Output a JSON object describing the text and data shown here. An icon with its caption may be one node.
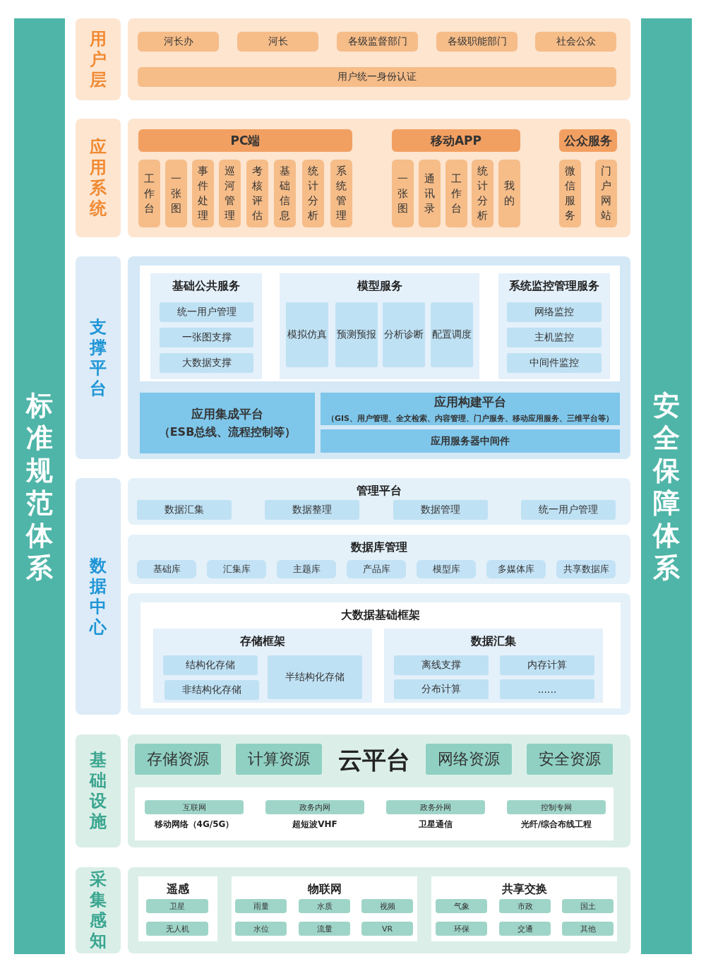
{
  "diagram": {
    "nodes": [
      {
        "text": [
          "标准规范体系"
        ]
      },
      {
        "text": [
          "安全保障体系"
        ]
      },
      {
        "text": [
          "用户层"
        ]
      },
      {
        "text": [],
        "shape": "box"
      },
      {
        "text": [
          "河长办"
        ],
        "in": 3
      },
      {
        "text": [
          "河长"
        ],
        "in": 3
      },
      {
        "text": [
          "各级监督部门"
        ],
        "in": 3
      },
      {
        "text": [
          "各级职能部门"
        ],
        "in": 3
      },
      {
        "text": [
          "社会公众"
        ],
        "in": 3
      },
      {
        "text": [
          "用户统一身份认证"
        ],
        "in": 3
      },
      {
        "text": [
          "应用系统"
        ]
      },
      {
        "text": [],
        "shape": "box"
      },
      {
        "text": [
          "PC端"
        ],
        "in": 11
      },
      {
        "text": [
          "工作台"
        ],
        "in": 11
      },
      {
        "text": [
          "一张图"
        ],
        "in": 11
      },
      {
        "text": [
          "事件处理"
        ],
        "in": 11
      },
      {
        "text": [
          "巡河管理"
        ],
        "in": 11
      },
      {
        "text": [
          "考核评估"
        ],
        "in": 11
      },
      {
        "text": [
          "基础信息"
        ],
        "in": 11
      },
      {
        "text": [
          "统计分析"
        ],
        "in": 11
      },
      {
        "text": [
          "系统管理"
        ],
        "in": 11
      },
      {
        "text": [
          "移动APP"
        ],
        "in": 11
      },
      {
        "text": [
          "一张图"
        ],
        "in": 11
      },
      {
        "text": [
          "通讯录"
        ],
        "in": 11
      },
      {
        "text": [
          "工作台"
        ],
        "in": 11
      },
      {
        "text": [
          "统计分析"
        ],
        "in": 11
      },
      {
        "text": [
          "我的"
        ],
        "in": 11
      },
      {
        "text": [
          "公众服务"
        ],
        "in": 11
      },
      {
        "text": [
          "微信服务"
        ],
        "in": 11
      },
      {
        "text": [
          "门户网站"
        ],
        "in": 11
      },
      {
        "text": [
          "支撑平台"
        ]
      },
      {
        "text": [],
        "shape": "box"
      },
      {
        "text": [],
        "shape": "box",
        "in": 31
      },
      {
        "text": [
          "基础公共服务"
        ],
        "in": 32
      },
      {
        "text": [
          "统一用户管理"
        ],
        "in": 33
      },
      {
        "text": [
          "一张图支撑"
        ],
        "in": 33
      },
      {
        "text": [
          "大数据支撑"
        ],
        "in": 33
      },
      {
        "text": [
          "模型服务"
        ],
        "in": 32
      },
      {
        "text": [
          "模拟仿真"
        ],
        "in": 37
      },
      {
        "text": [
          "预测预报"
        ],
        "in": 37
      },
      {
        "text": [
          "分析诊断"
        ],
        "in": 37
      },
      {
        "text": [
          "配置调度"
        ],
        "in": 37
      },
      {
        "text": [
          "系统监控管理服务"
        ],
        "in": 32
      },
      {
        "text": [
          "网络监控"
        ],
        "in": 42
      },
      {
        "text": [
          "主机监控"
        ],
        "in": 42
      },
      {
        "text": [
          "中间件监控"
        ],
        "in": 42
      },
      {
        "text": [
          "应用集成平台",
          "（ESB总线、流程控制等）"
        ],
        "in": 31
      },
      {
        "text": [
          "应用构建平台",
          "（GIS、用户管理、全文检索、内容管理、门户服务、移动应用服务、三维平台等）"
        ],
        "in": 31
      },
      {
        "text": [
          "应用服务器中间件"
        ],
        "in": 31
      },
      {
        "text": [
          "数据中心"
        ]
      },
      {
        "text": [
          "管理平台"
        ]
      },
      {
        "text": [
          "数据汇集"
        ],
        "in": 50
      },
      {
        "text": [
          "数据整理"
        ],
        "in": 50
      },
      {
        "text": [
          "数据管理"
        ],
        "in": 50
      },
      {
        "text": [
          "统一用户管理"
        ],
        "in": 50
      },
      {
        "text": [
          "数据库管理"
        ]
      },
      {
        "text": [
          "基础库"
        ],
        "in": 55
      },
      {
        "text": [
          "汇集库"
        ],
        "in": 55
      },
      {
        "text": [
          "主题库"
        ],
        "in": 55
      },
      {
        "text": [
          "产品库"
        ],
        "in": 55
      },
      {
        "text": [
          "模型库"
        ],
        "in": 55
      },
      {
        "text": [
          "多媒体库"
        ],
        "in": 55
      },
      {
        "text": [
          "共享数据库"
        ],
        "in": 55
      },
      {
        "text": [],
        "shape": "box"
      },
      {
        "text": [
          "大数据基础框架"
        ],
        "in": 63
      },
      {
        "text": [
          "存储框架"
        ],
        "in": 64
      },
      {
        "text": [
          "结构化存储"
        ],
        "in": 65
      },
      {
        "text": [
          "非结构化存储"
        ],
        "in": 65
      },
      {
        "text": [
          "半结构化存储"
        ],
        "in": 65
      },
      {
        "text": [
          "数据汇集"
        ],
        "in": 64
      },
      {
        "text": [
          "离线支撑"
        ],
        "in": 69
      },
      {
        "text": [
          "内存计算"
        ],
        "in": 69
      },
      {
        "text": [
          "分布计算"
        ],
        "in": 69
      },
      {
        "text": [
          "......"
        ],
        "in": 69
      },
      {
        "text": [
          "基础设施"
        ]
      },
      {
        "text": [
          "云平台"
        ]
      },
      {
        "text": [
          "存储资源"
        ],
        "in": 75
      },
      {
        "text": [
          "计算资源"
        ],
        "in": 75
      },
      {
        "text": [
          "网络资源"
        ],
        "in": 75
      },
      {
        "text": [
          "安全资源"
        ],
        "in": 75
      },
      {
        "text": [],
        "shape": "box",
        "in": 75
      },
      {
        "text": [
          "互联网"
        ],
        "in": 80,
        "beside": [
          "移动网络（4G/5G）"
        ]
      },
      {
        "text": [
          "政务内网"
        ],
        "in": 80,
        "beside": [
          "超短波VHF"
        ]
      },
      {
        "text": [
          "政务外网"
        ],
        "in": 80,
        "beside": [
          "卫星通信"
        ]
      },
      {
        "text": [
          "控制专网"
        ],
        "in": 80,
        "beside": [
          "光纤/综合布线工程"
        ]
      },
      {
        "text": [
          "采集感知"
        ]
      },
      {
        "text": [],
        "shape": "box"
      },
      {
        "text": [
          "遥感"
        ],
        "in": 86
      },
      {
        "text": [
          "卫星"
        ],
        "in": 87
      },
      {
        "text": [
          "无人机"
        ],
        "in": 87
      },
      {
        "text": [
          "物联网"
        ],
        "in": 86
      },
      {
        "text": [
          "雨量"
        ],
        "in": 90
      },
      {
        "text": [
          "水质"
        ],
        "in": 90
      },
      {
        "text": [
          "视频"
        ],
        "in": 90
      },
      {
        "text": [
          "水位"
        ],
        "in": 90
      },
      {
        "text": [
          "流量"
        ],
        "in": 90
      },
      {
        "text": [
          "VR"
        ],
        "in": 90
      },
      {
        "text": [
          "共享交换"
        ],
        "in": 86
      },
      {
        "text": [
          "气象"
        ],
        "in": 97
      },
      {
        "text": [
          "市政"
        ],
        "in": 97
      },
      {
        "text": [
          "国土"
        ],
        "in": 97
      },
      {
        "text": [
          "环保"
        ],
        "in": 97
      },
      {
        "text": [
          "交通"
        ],
        "in": 97
      },
      {
        "text": [
          "其他"
        ],
        "in": 97
      }
    ]
  }
}
